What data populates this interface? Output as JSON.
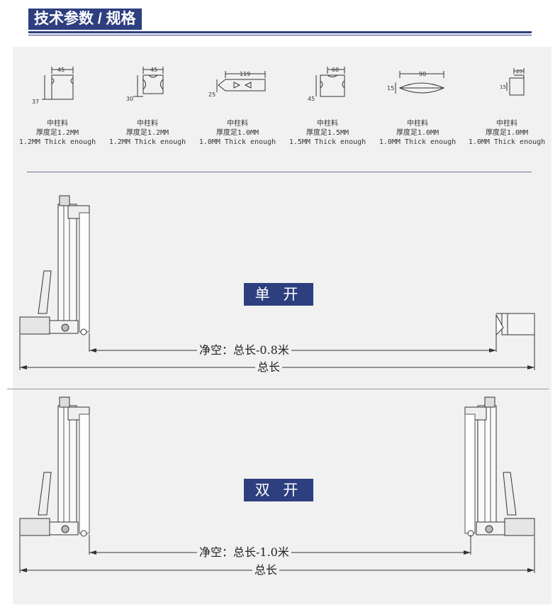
{
  "header": {
    "title": "技术参数 / 规格"
  },
  "profiles": [
    {
      "dims": [
        "45",
        "37"
      ],
      "name": "中柱料",
      "thick_cn": "厚度足1.2MM",
      "thick_en": "1.2MM Thick enough"
    },
    {
      "dims": [
        "45",
        "30"
      ],
      "name": "中柱料",
      "thick_cn": "厚度足1.2MM",
      "thick_en": "1.2MM Thick enough"
    },
    {
      "dims": [
        "119",
        "25"
      ],
      "name": "中柱料",
      "thick_cn": "厚度足1.0MM",
      "thick_en": "1.0MM Thick enough"
    },
    {
      "dims": [
        "60",
        "45"
      ],
      "name": "中柱料",
      "thick_cn": "厚度足1.5MM",
      "thick_en": "1.5MM Thick enough"
    },
    {
      "dims": [
        "90",
        "15"
      ],
      "name": "中柱料",
      "thick_cn": "厚度足1.0MM",
      "thick_en": "1.0MM Thick enough"
    },
    {
      "dims": [
        "25",
        "15"
      ],
      "name": "中柱料",
      "thick_cn": "厚度足1.0MM",
      "thick_en": "1.0MM Thick enough"
    }
  ],
  "single": {
    "badge": "单 开",
    "clear_label": "净空：总长-0.8米",
    "total_label": "总长"
  },
  "double": {
    "badge": "双 开",
    "clear_label": "净空：总长-1.0米",
    "total_label": "总长"
  }
}
